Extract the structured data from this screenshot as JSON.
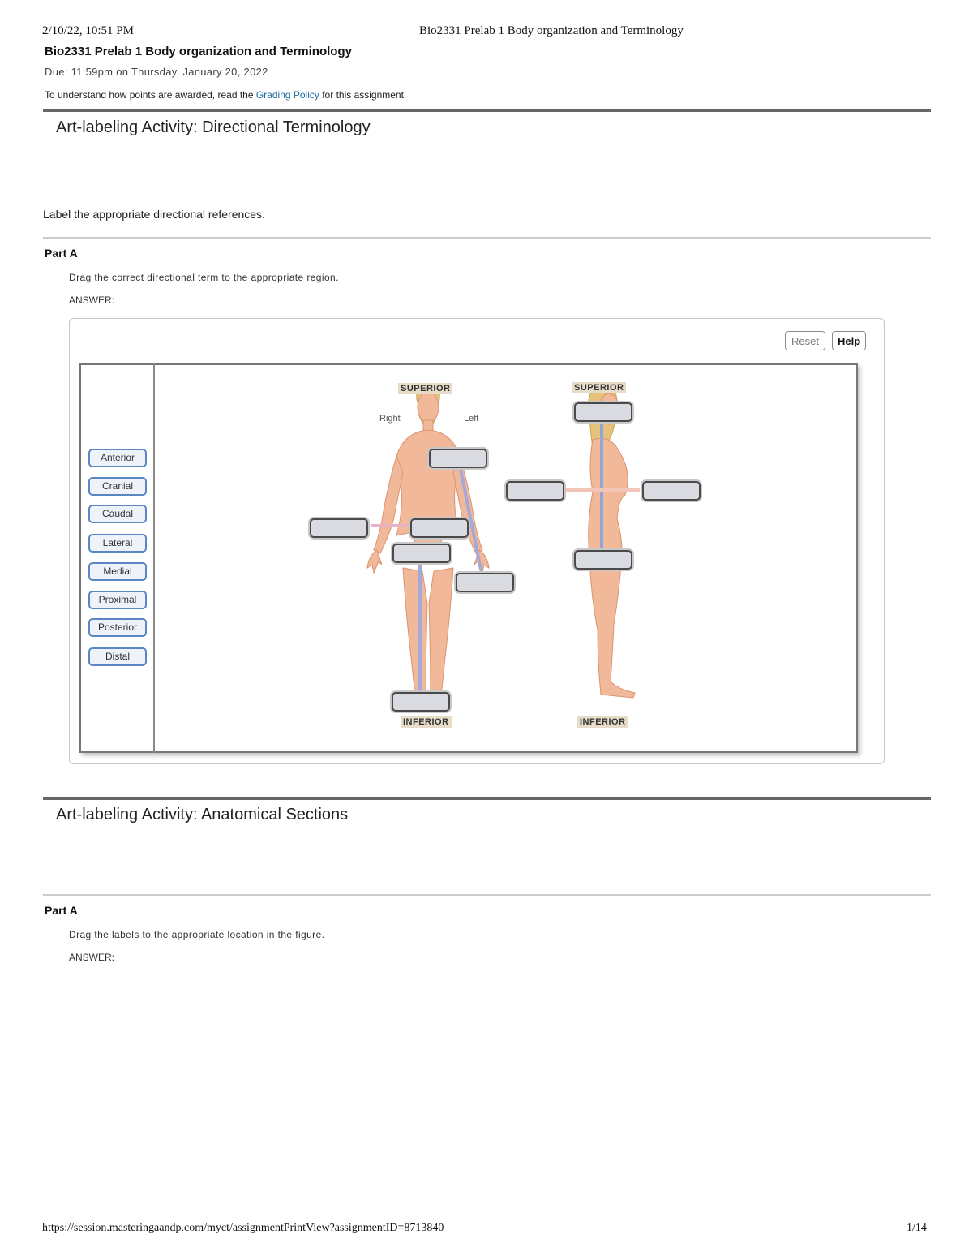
{
  "print_header": {
    "datetime": "2/10/22, 10:51 PM",
    "title": "Bio2331 Prelab 1 Body organization and Terminology"
  },
  "assignment": {
    "title": "Bio2331 Prelab 1 Body organization and Terminology",
    "due": "Due: 11:59pm on Thursday, January 20, 2022",
    "grading_prefix": "To understand how points are awarded, read the ",
    "grading_link": "Grading Policy",
    "grading_suffix": " for this assignment."
  },
  "activity1": {
    "title": "Art-labeling Activity: Directional Terminology",
    "instruction": "Label the appropriate directional references.",
    "part": "Part A",
    "part_text": "Drag the correct directional term to the appropriate region.",
    "answer": "ANSWER:",
    "reset": "Reset",
    "help": "Help",
    "labels": [
      "Anterior",
      "Cranial",
      "Caudal",
      "Lateral",
      "Medial",
      "Proximal",
      "Posterior",
      "Distal"
    ],
    "figure": {
      "superior_front": "SUPERIOR",
      "superior_side": "SUPERIOR",
      "inferior_front": "INFERIOR",
      "inferior_side": "INFERIOR",
      "right": "Right",
      "left": "Left"
    }
  },
  "activity2": {
    "title": "Art-labeling Activity: Anatomical Sections",
    "part": "Part A",
    "part_text": "Drag the labels to the appropriate location in the figure.",
    "answer": "ANSWER:"
  },
  "print_footer": {
    "url": "https://session.masteringaandp.com/myct/assignmentPrintView?assignmentID=8713840",
    "page": "1/14"
  },
  "colors": {
    "link": "#1a6aa0",
    "label_border": "#5a86c2",
    "target_fill": "#d9dbe0",
    "skin": "#f2b89a"
  }
}
